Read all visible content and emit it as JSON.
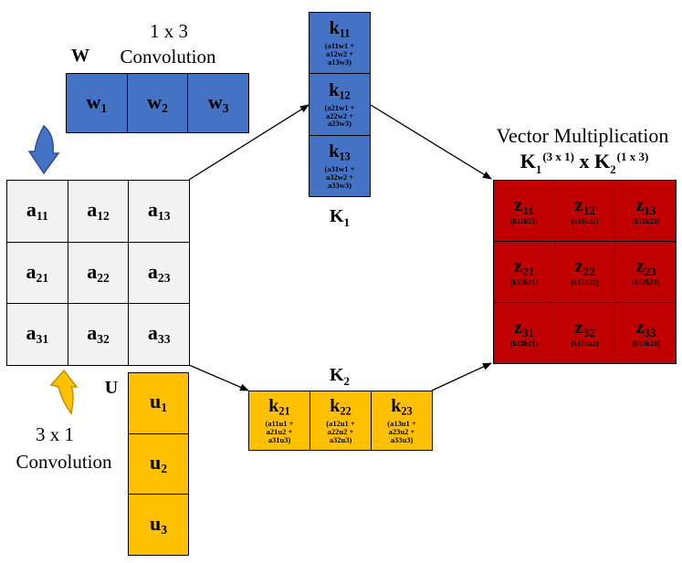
{
  "colors": {
    "blue": "#4472c4",
    "gold": "#ffc000",
    "red": "#c00000",
    "grey": "#f2f2f2"
  },
  "w_block": {
    "symbol": "W",
    "title_line1": "1 x 3",
    "title_line2": "Convolution",
    "cells": [
      {
        "base": "w",
        "index": "1"
      },
      {
        "base": "w",
        "index": "2"
      },
      {
        "base": "w",
        "index": "3"
      }
    ]
  },
  "a_grid": {
    "cells": [
      {
        "base": "a",
        "index": "11"
      },
      {
        "base": "a",
        "index": "12"
      },
      {
        "base": "a",
        "index": "13"
      },
      {
        "base": "a",
        "index": "21"
      },
      {
        "base": "a",
        "index": "22"
      },
      {
        "base": "a",
        "index": "23"
      },
      {
        "base": "a",
        "index": "31"
      },
      {
        "base": "a",
        "index": "32"
      },
      {
        "base": "a",
        "index": "33"
      }
    ]
  },
  "u_block": {
    "symbol": "U",
    "title_line1": "3 x 1",
    "title_line2": "Convolution",
    "cells": [
      {
        "base": "u",
        "index": "1"
      },
      {
        "base": "u",
        "index": "2"
      },
      {
        "base": "u",
        "index": "3"
      }
    ]
  },
  "k1_block": {
    "label_base": "K",
    "label_index": "1",
    "cells": [
      {
        "base": "k",
        "index": "11",
        "lines": [
          "(a11w1 +",
          "a12w2 +",
          "a13w3)"
        ]
      },
      {
        "base": "k",
        "index": "12",
        "lines": [
          "(a21w1 +",
          "a22w2 +",
          "a23w3)"
        ]
      },
      {
        "base": "k",
        "index": "13",
        "lines": [
          "(a31w1 +",
          "a32w2 +",
          "a33w3)"
        ]
      }
    ]
  },
  "k2_block": {
    "label_base": "K",
    "label_index": "2",
    "cells": [
      {
        "base": "k",
        "index": "21",
        "lines": [
          "(a11u1 +",
          "a21u2 +",
          "a31u3)"
        ]
      },
      {
        "base": "k",
        "index": "22",
        "lines": [
          "(a12u1 +",
          "a22u2 +",
          "a32u3)"
        ]
      },
      {
        "base": "k",
        "index": "23",
        "lines": [
          "(a13u1 +",
          "a23u2 +",
          "a33u3)"
        ]
      }
    ]
  },
  "z_block": {
    "title_line1": "Vector Multiplication",
    "formula": {
      "k1_base": "K",
      "k1_index": "1",
      "k1_dims": "(3 x 1)",
      "times": "x",
      "k2_base": "K",
      "k2_index": "2",
      "k2_dims": "(1 x 3)"
    },
    "cells": [
      {
        "base": "z",
        "index": "11",
        "detail": "(k11k21)"
      },
      {
        "base": "z",
        "index": "12",
        "detail": "(k11k22)"
      },
      {
        "base": "z",
        "index": "13",
        "detail": "(k11k23)"
      },
      {
        "base": "z",
        "index": "21",
        "detail": "(k12k21)"
      },
      {
        "base": "z",
        "index": "22",
        "detail": "(k12k22)"
      },
      {
        "base": "z",
        "index": "23",
        "detail": "(k12k23)"
      },
      {
        "base": "z",
        "index": "31",
        "detail": "(k13k21)"
      },
      {
        "base": "z",
        "index": "32",
        "detail": "(k13k22)"
      },
      {
        "base": "z",
        "index": "33",
        "detail": "(k13k23)"
      }
    ]
  }
}
